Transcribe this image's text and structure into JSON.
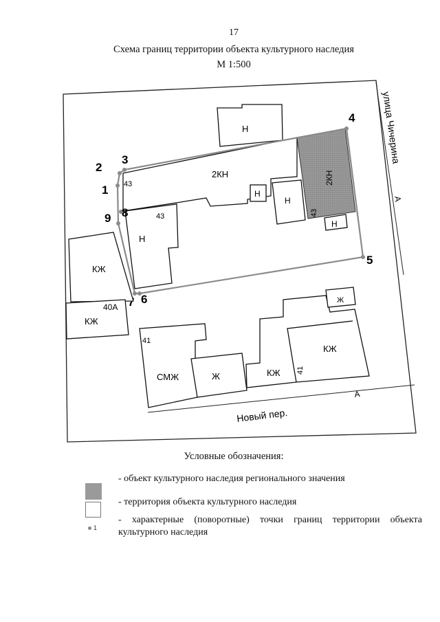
{
  "page_number": "17",
  "title": "Схема границ территории объекта культурного наследия",
  "scale": "М 1:500",
  "map": {
    "street_label": "улица Чичерина",
    "lane_label": "Новый пер.",
    "road_marker": "А",
    "building_labels": {
      "n_top": "Н",
      "kn_main": "2КН",
      "kn_shaded": "2КН",
      "n_small_1": "Н",
      "n_small_2": "Н",
      "n_small_3": "Н",
      "n_left": "Н",
      "kzh_left": "КЖ",
      "kzh_left2": "КЖ",
      "smzh": "СМЖ",
      "zh_bottom": "Ж",
      "kzh_bottom": "КЖ",
      "kzh_right": "КЖ",
      "zh_small": "Ж"
    },
    "house_numbers": {
      "n43_a": "43",
      "n43_b": "43",
      "n43_c": "43",
      "n40a": "40А",
      "n41_a": "41",
      "n41_b": "41"
    },
    "boundary_points": [
      "1",
      "2",
      "3",
      "4",
      "5",
      "6",
      "7",
      "8",
      "9"
    ],
    "colors": {
      "boundary_line": "#8a8a8a",
      "heritage_fill": "#9a9a9a",
      "building_stroke": "#111111"
    }
  },
  "legend": {
    "title": "Условные обозначения:",
    "heritage_object": "- объект культурного наследия регионального значения",
    "heritage_territory": "- территория объекта культурного наследия",
    "turning_points": "- характерные (поворотные) точки границ территории объекта культурного наследия",
    "point_sample_label": "1"
  }
}
